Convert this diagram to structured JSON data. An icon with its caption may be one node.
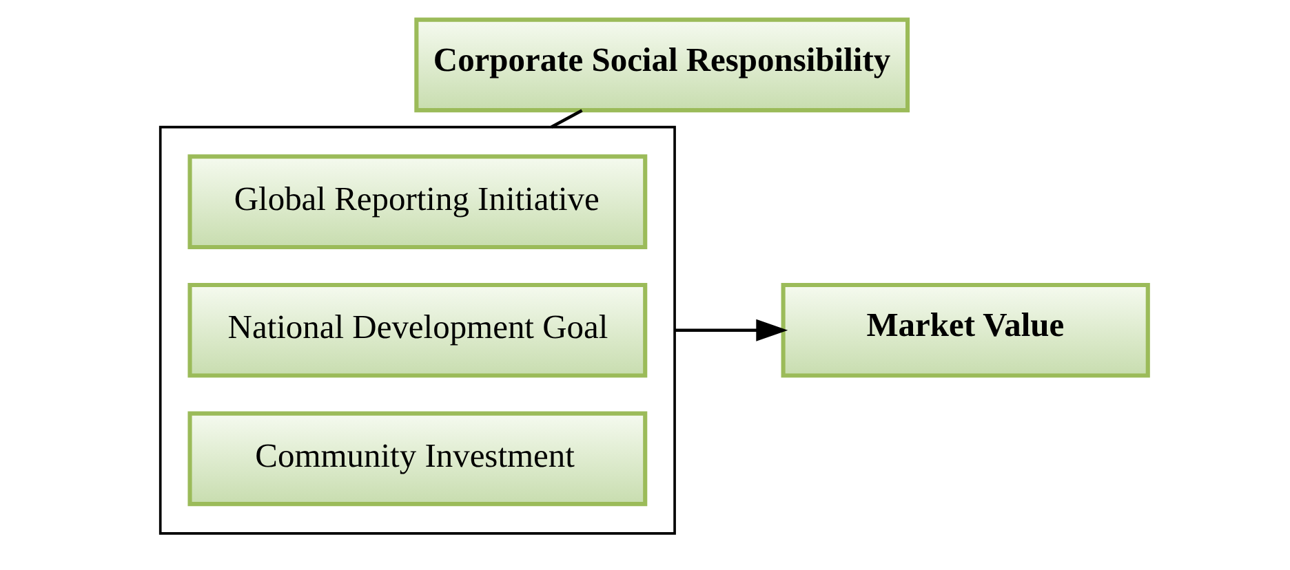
{
  "diagram": {
    "nodes": [
      {
        "text": [
          "Corporate Social Responsibility"
        ]
      },
      {
        "text": [],
        "shape": "box"
      },
      {
        "text": [
          "Global Reporting Initiative"
        ],
        "in": 1
      },
      {
        "text": [
          "National Development Goal"
        ],
        "in": 1
      },
      {
        "text": [
          "Community Investment"
        ],
        "in": 1
      },
      {
        "text": [
          "Market Value"
        ]
      }
    ],
    "edges": [
      {
        "from": 0,
        "to": 1,
        "arrow": "none"
      },
      {
        "from": 1,
        "to": 5,
        "arrow": "to"
      }
    ]
  }
}
